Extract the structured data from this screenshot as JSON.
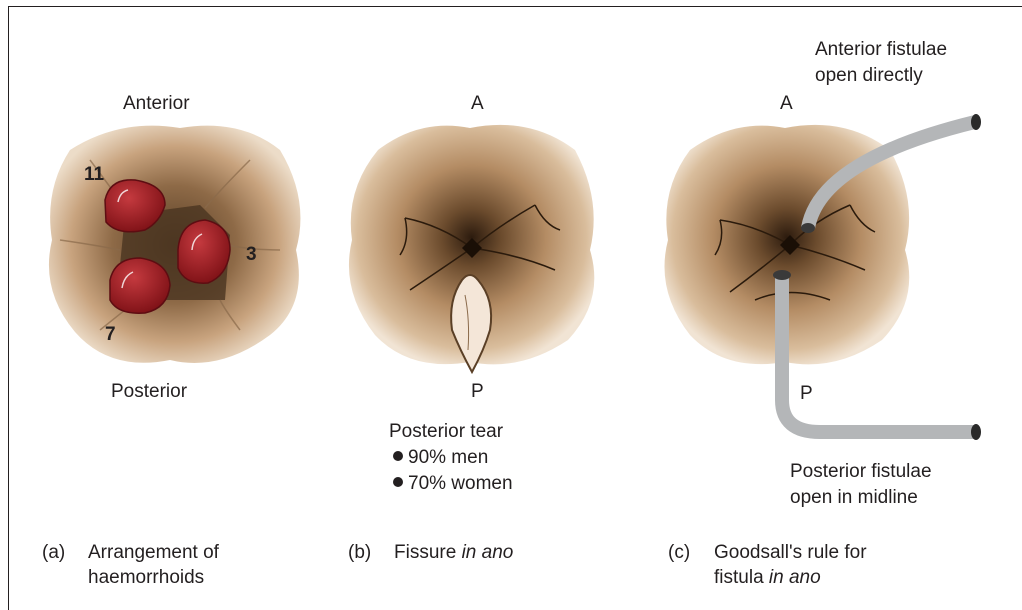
{
  "panel_a": {
    "anterior": "Anterior",
    "posterior": "Posterior",
    "positions": [
      "11",
      "3",
      "7"
    ],
    "caption_letter": "(a)",
    "caption_line1": "Arrangement of",
    "caption_line2": "haemorrhoids"
  },
  "panel_b": {
    "anterior": "A",
    "posterior": "P",
    "tear_title": "Posterior tear",
    "bullets": [
      "90% men",
      "70% women"
    ],
    "caption_letter": "(b)",
    "caption_text": "Fissure ",
    "caption_italic": "in ano"
  },
  "panel_c": {
    "anterior": "A",
    "posterior": "P",
    "anterior_note_line1": "Anterior fistulae",
    "anterior_note_line2": "open directly",
    "posterior_note_line1": "Posterior fistulae",
    "posterior_note_line2": "open in midline",
    "caption_letter": "(c)",
    "caption_line1": "Goodsall's rule for",
    "caption_line2_text": "fistula ",
    "caption_line2_italic": "in ano"
  },
  "colors": {
    "tissue_light": "#ead8c2",
    "tissue_mid": "#c8a37e",
    "tissue_dark": "#4a3420",
    "haemorrhoid": "#9c1c23",
    "tube": "#b4b6b8"
  }
}
